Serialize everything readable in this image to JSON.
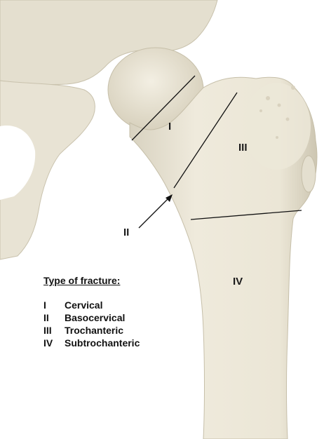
{
  "zones": [
    {
      "numeral": "I",
      "name": "Cervical"
    },
    {
      "numeral": "II",
      "name": "Basocervical"
    },
    {
      "numeral": "III",
      "name": "Trochanteric"
    },
    {
      "numeral": "IV",
      "name": "Subtrochanteric"
    }
  ],
  "legend": {
    "title": "Type of fracture:",
    "items": [
      {
        "numeral": "I",
        "name": "Cervical"
      },
      {
        "numeral": "II",
        "name": "Basocervical"
      },
      {
        "numeral": "III",
        "name": "Trochanteric"
      },
      {
        "numeral": "IV",
        "name": "Subtrochanteric"
      }
    ]
  },
  "colors": {
    "background": "#ffffff",
    "bone": "#ece7d8",
    "bone_shadow": "#cfc8b4",
    "line": "#111111"
  }
}
